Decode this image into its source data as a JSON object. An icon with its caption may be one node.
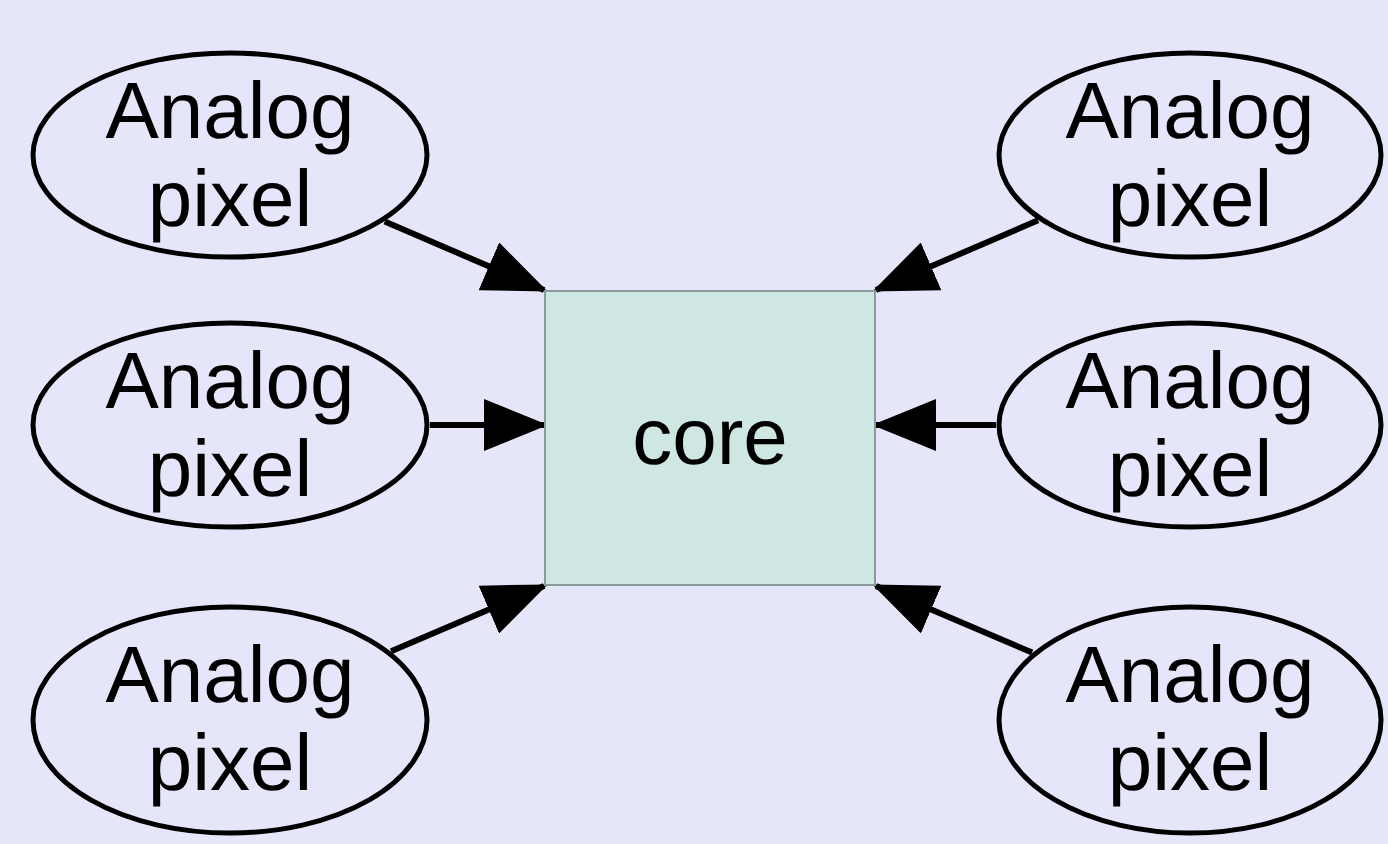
{
  "diagram": {
    "nodes": [
      {
        "text": [
          "Analog pixel"
        ]
      },
      {
        "text": [
          "Analog pixel"
        ]
      },
      {
        "text": [
          "Analog pixel"
        ]
      },
      {
        "text": [
          "core"
        ]
      },
      {
        "text": [
          "Analog pixel"
        ]
      },
      {
        "text": [
          "Analog pixel"
        ]
      },
      {
        "text": [
          "Analog pixel"
        ]
      }
    ],
    "edges": [
      {
        "from": 0,
        "to": 3,
        "arrow": "to"
      },
      {
        "from": 1,
        "to": 3,
        "arrow": "to"
      },
      {
        "from": 2,
        "to": 3,
        "arrow": "to"
      },
      {
        "from": 4,
        "to": 3,
        "arrow": "to"
      },
      {
        "from": 5,
        "to": 3,
        "arrow": "to"
      },
      {
        "from": 6,
        "to": 3,
        "arrow": "to"
      }
    ]
  }
}
